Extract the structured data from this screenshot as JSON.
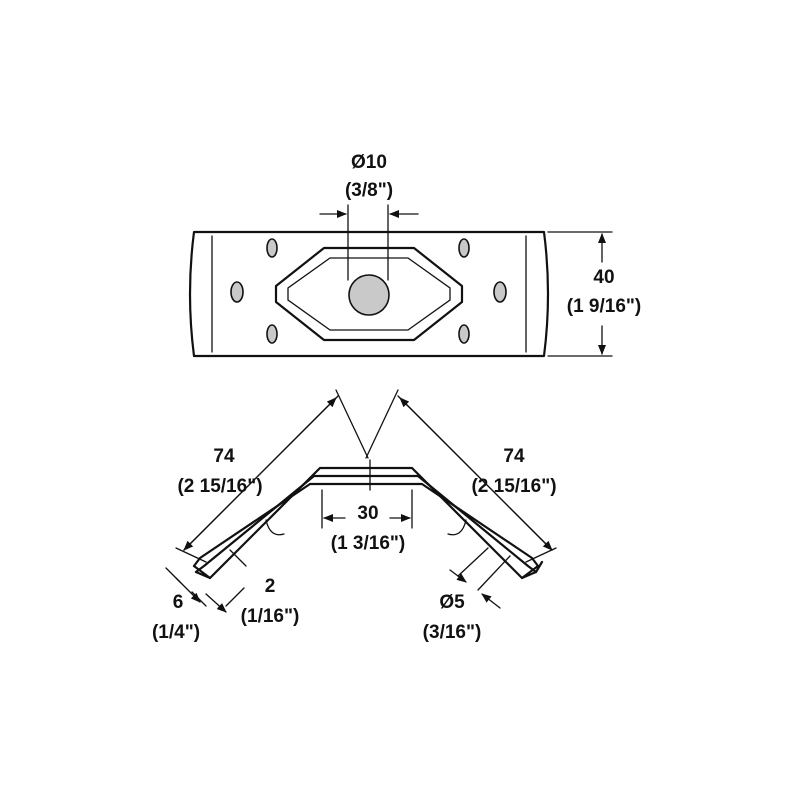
{
  "top_view": {
    "hole_diameter": "Ø10",
    "hole_diameter_in": "(3/8\")",
    "height": "40",
    "height_in": "(1 9/16\")"
  },
  "side_view": {
    "leg_left": "74",
    "leg_left_in": "(2 15/16\")",
    "leg_right": "74",
    "leg_right_in": "(2 15/16\")",
    "flat_width": "30",
    "flat_width_in": "(1 3/16\")",
    "lip": "6",
    "lip_in": "(1/4\")",
    "thickness": "2",
    "thickness_in": "(1/16\")",
    "side_hole": "Ø5",
    "side_hole_in": "(3/16\")"
  }
}
